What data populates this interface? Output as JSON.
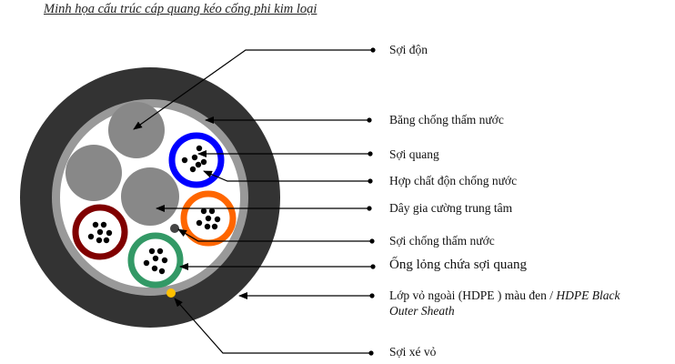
{
  "title": "Minh họa cấu trúc cáp quang kéo cống phi kim loại",
  "colors": {
    "outer_sheath": "#333333",
    "tape": "#999999",
    "filler": "#888888",
    "tube_blue": "#0000ff",
    "tube_orange": "#ff6600",
    "tube_red": "#800000",
    "tube_green": "#339966",
    "ripcord": "#ffc000",
    "fiber": "#000000"
  },
  "labels": {
    "filler_rod": "Sợi độn",
    "water_blocking_tape": "Băng chống thấm nước",
    "optical_fiber": "Sợi quang",
    "filling_compound": "Hợp chất độn chống nước",
    "central_strength_member": "Dây gia cường trung tâm",
    "water_blocking_yarn": "Sợi chống thấm nước",
    "loose_tube": "Ống lỏng chứa sợi quang",
    "outer_sheath_vi": "Lớp vỏ ngoài (HDPE ) màu đen /",
    "outer_sheath_en_1": "HDPE Black",
    "outer_sheath_en_2": "Outer Sheath",
    "ripcord": "Sợi xé vỏ"
  },
  "tubes": [
    {
      "name": "blue",
      "fibers": 6
    },
    {
      "name": "orange",
      "fibers": 7
    },
    {
      "name": "red",
      "fibers": 7
    },
    {
      "name": "green",
      "fibers": 7
    }
  ]
}
